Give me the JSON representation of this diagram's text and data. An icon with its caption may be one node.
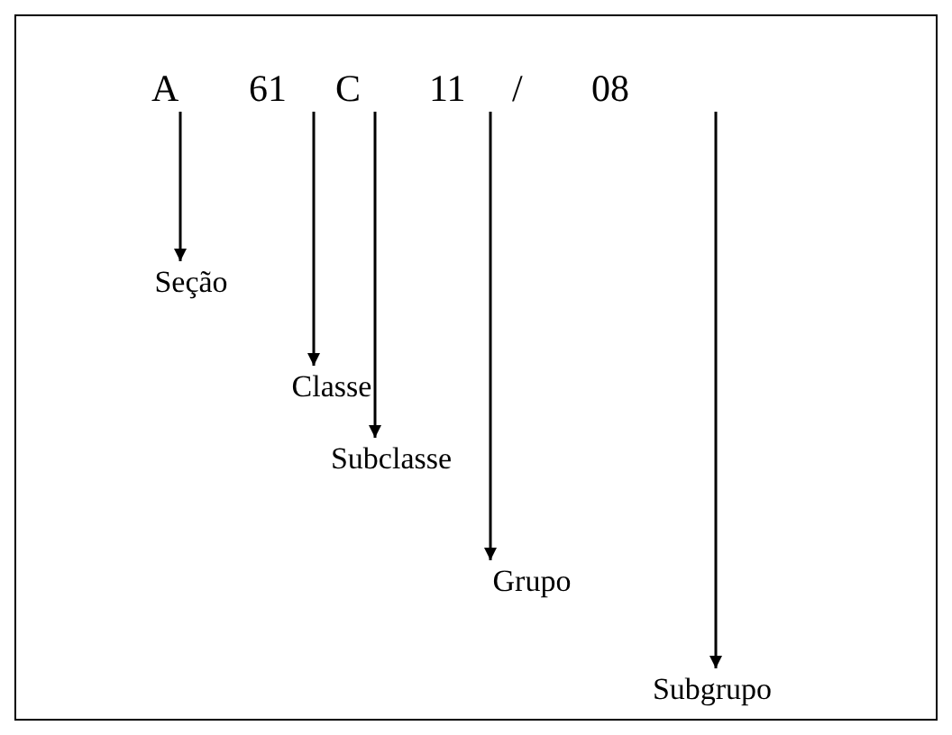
{
  "diagram": {
    "nodes": [
      {
        "text": [
          "A"
        ]
      },
      {
        "text": [
          "61"
        ]
      },
      {
        "text": [
          "C"
        ]
      },
      {
        "text": [
          "11"
        ]
      },
      {
        "text": [
          "08"
        ]
      },
      {
        "text": [
          "Seção"
        ]
      },
      {
        "text": [
          "Classe"
        ]
      },
      {
        "text": [
          "Subclasse"
        ]
      },
      {
        "text": [
          "Grupo"
        ]
      },
      {
        "text": [
          "Subgrupo"
        ]
      }
    ],
    "edges": [
      {
        "from": 0,
        "to": 5,
        "arrow": "to"
      },
      {
        "from": 1,
        "to": 6,
        "arrow": "to"
      },
      {
        "from": 2,
        "to": 7,
        "arrow": "to"
      },
      {
        "from": 3,
        "to": 8,
        "arrow": "to"
      },
      {
        "from": 4,
        "to": 9,
        "arrow": "to"
      }
    ],
    "labels": [
      "/"
    ]
  }
}
